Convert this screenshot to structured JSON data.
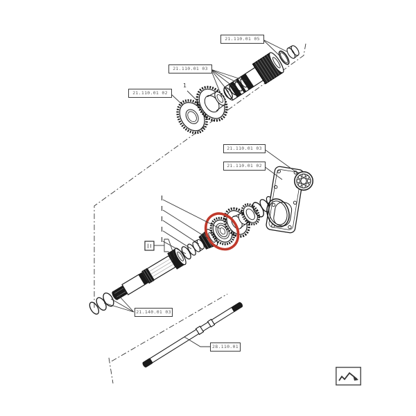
{
  "diagram": {
    "kind": "exploded-parts-diagram",
    "background": "#ffffff",
    "line_color": "#1a1a1a"
  },
  "colors": {
    "highlight": "#c0392b"
  },
  "part_refs": [
    {
      "id": "top-right-shaft",
      "text": "21.110.01 05"
    },
    {
      "id": "gear-cluster",
      "text": "21.110.01 03"
    },
    {
      "id": "left-gear",
      "text": "21.110.01 02"
    },
    {
      "id": "cover-bearing",
      "text": "21.110.01 03"
    },
    {
      "id": "cover-plate",
      "text": "21.110.01 02"
    },
    {
      "id": "shaft-end-rings",
      "text": "21.140.01 03"
    },
    {
      "id": "lower-shaft",
      "text": "28.110.01"
    }
  ],
  "callouts": {
    "gear_cluster_number": "1"
  },
  "icons": {
    "nav_thumbnail": "zigzag-next-page-icon"
  }
}
